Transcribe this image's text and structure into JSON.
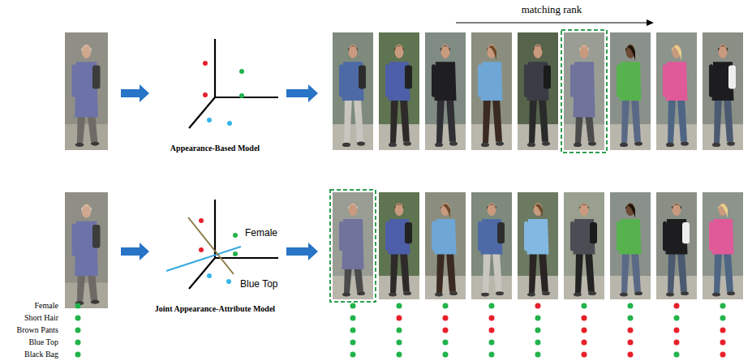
{
  "diagram": {
    "labels": [
      "matching rank",
      "Appearance-Based Model",
      "Female",
      "Blue Top",
      "Joint Appearance-Attribute Model",
      "Female",
      "Short Hair",
      "Brown Pants",
      "Blue Top",
      "Black Bag"
    ]
  }
}
